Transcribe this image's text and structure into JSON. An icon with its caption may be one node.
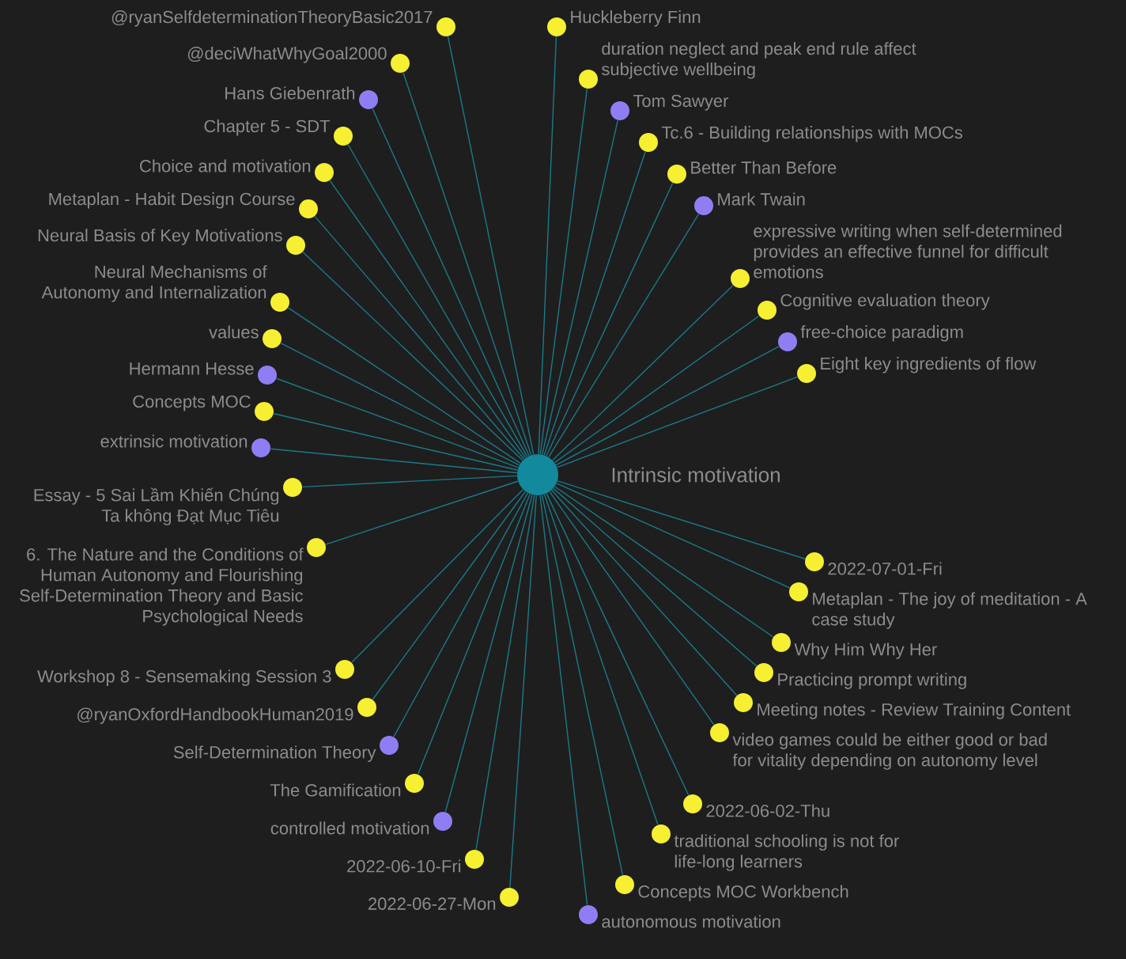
{
  "diagram": {
    "nodes": [
      {
        "text": [
          "Intrinsic motivation"
        ]
      },
      {
        "text": [
          "duration neglect and peak end rule affect subjective wellbeing"
        ]
      },
      {
        "text": [
          "Tc.6 - Building relationships with MOCs"
        ]
      },
      {
        "text": [
          "Chapter 5 - SDT"
        ]
      },
      {
        "text": [
          "@deciWhatWhyGoal2000"
        ]
      },
      {
        "text": [
          "@ryanSelfdeterminationTheoryBasic2017"
        ]
      },
      {
        "text": [
          "Tom Sawyer"
        ]
      },
      {
        "text": [
          "Metaplan - Habit Design Course"
        ]
      },
      {
        "text": [
          "Mark Twain"
        ]
      },
      {
        "text": [
          "Choice and motivation"
        ]
      },
      {
        "text": [
          "Hans Giebenrath"
        ]
      },
      {
        "text": [
          "Huckleberry Finn"
        ]
      },
      {
        "text": [
          "Better Than Before"
        ]
      },
      {
        "text": [
          "Neural Mechanisms of Autonomy and Internalization"
        ]
      },
      {
        "text": [
          "expressive writing when self-determined provides an effective funnel for difficult emotions"
        ]
      },
      {
        "text": [
          "Neural Basis of Key Motivations"
        ]
      },
      {
        "text": [
          "free-choice paradigm"
        ]
      },
      {
        "text": [
          "values"
        ]
      },
      {
        "text": [
          "Cognitive evaluation theory"
        ]
      },
      {
        "text": [
          "Hermann Hesse"
        ]
      },
      {
        "text": [
          "Eight key ingredients of flow"
        ]
      },
      {
        "text": [
          "Concepts MOC"
        ]
      },
      {
        "text": [
          "2022-07-01-Fri"
        ]
      },
      {
        "text": [
          "extrinsic motivation"
        ]
      },
      {
        "text": [
          "Why Him Why Her"
        ]
      },
      {
        "text": [
          "Essay - 5 Sai Lầm Khiến Chúng Ta không Đạt Mục Tiêu"
        ]
      },
      {
        "text": [
          "Metaplan - The joy of meditation - A case study"
        ]
      },
      {
        "text": [
          "@ryanOxfordHandbookHuman2019"
        ]
      },
      {
        "text": [
          "2022-06-02-Thu"
        ]
      },
      {
        "text": [
          "2022-06-10-Fri"
        ]
      },
      {
        "text": [
          "6. The Nature and the Conditions of Human Autonomy and Flourishing Self-Determination Theory and Basic Psychological Needs"
        ]
      },
      {
        "text": [
          "Meeting notes - Review Training Content"
        ]
      },
      {
        "text": [
          "Workshop 8 - Sensemaking Session 3"
        ]
      },
      {
        "text": [
          "Practicing prompt writing"
        ]
      },
      {
        "text": [
          "Concepts MOC Workbench"
        ]
      },
      {
        "text": [
          "The Gamification"
        ]
      },
      {
        "text": [
          "traditional schooling is not for life-long learners"
        ]
      },
      {
        "text": [
          "video games could be either good or bad for vitality depending on autonomy level"
        ]
      },
      {
        "text": [
          "Self-Determination Theory"
        ]
      },
      {
        "text": [
          "2022-06-27-Mon"
        ]
      },
      {
        "text": [
          "autonomous motivation"
        ]
      },
      {
        "text": [
          "controlled motivation"
        ]
      }
    ],
    "edges": [
      {
        "from": 0,
        "to": 1,
        "arrow": "none"
      },
      {
        "from": 0,
        "to": 2,
        "arrow": "none"
      },
      {
        "from": 0,
        "to": 3,
        "arrow": "none"
      },
      {
        "from": 0,
        "to": 4,
        "arrow": "none"
      },
      {
        "from": 0,
        "to": 5,
        "arrow": "none"
      },
      {
        "from": 0,
        "to": 6,
        "arrow": "none"
      },
      {
        "from": 0,
        "to": 7,
        "arrow": "none"
      },
      {
        "from": 0,
        "to": 8,
        "arrow": "none"
      },
      {
        "from": 0,
        "to": 9,
        "arrow": "none"
      },
      {
        "from": 0,
        "to": 10,
        "arrow": "none"
      },
      {
        "from": 0,
        "to": 11,
        "arrow": "none"
      },
      {
        "from": 0,
        "to": 12,
        "arrow": "none"
      },
      {
        "from": 0,
        "to": 13,
        "arrow": "none"
      },
      {
        "from": 0,
        "to": 14,
        "arrow": "none"
      },
      {
        "from": 0,
        "to": 15,
        "arrow": "none"
      },
      {
        "from": 0,
        "to": 16,
        "arrow": "none"
      },
      {
        "from": 0,
        "to": 17,
        "arrow": "none"
      },
      {
        "from": 0,
        "to": 18,
        "arrow": "none"
      },
      {
        "from": 0,
        "to": 19,
        "arrow": "none"
      },
      {
        "from": 0,
        "to": 20,
        "arrow": "none"
      },
      {
        "from": 0,
        "to": 21,
        "arrow": "none"
      },
      {
        "from": 0,
        "to": 22,
        "arrow": "none"
      },
      {
        "from": 0,
        "to": 23,
        "arrow": "none"
      },
      {
        "from": 0,
        "to": 24,
        "arrow": "none"
      },
      {
        "from": 0,
        "to": 25,
        "arrow": "none"
      },
      {
        "from": 0,
        "to": 26,
        "arrow": "none"
      },
      {
        "from": 0,
        "to": 27,
        "arrow": "none"
      },
      {
        "from": 0,
        "to": 28,
        "arrow": "none"
      },
      {
        "from": 0,
        "to": 29,
        "arrow": "none"
      },
      {
        "from": 0,
        "to": 30,
        "arrow": "none"
      },
      {
        "from": 0,
        "to": 31,
        "arrow": "none"
      },
      {
        "from": 0,
        "to": 32,
        "arrow": "none"
      },
      {
        "from": 0,
        "to": 33,
        "arrow": "none"
      },
      {
        "from": 0,
        "to": 34,
        "arrow": "none"
      },
      {
        "from": 0,
        "to": 35,
        "arrow": "none"
      },
      {
        "from": 0,
        "to": 36,
        "arrow": "none"
      },
      {
        "from": 0,
        "to": 37,
        "arrow": "none"
      },
      {
        "from": 0,
        "to": 38,
        "arrow": "none"
      },
      {
        "from": 0,
        "to": 39,
        "arrow": "none"
      },
      {
        "from": 0,
        "to": 40,
        "arrow": "none"
      },
      {
        "from": 0,
        "to": 41,
        "arrow": "none"
      }
    ]
  }
}
